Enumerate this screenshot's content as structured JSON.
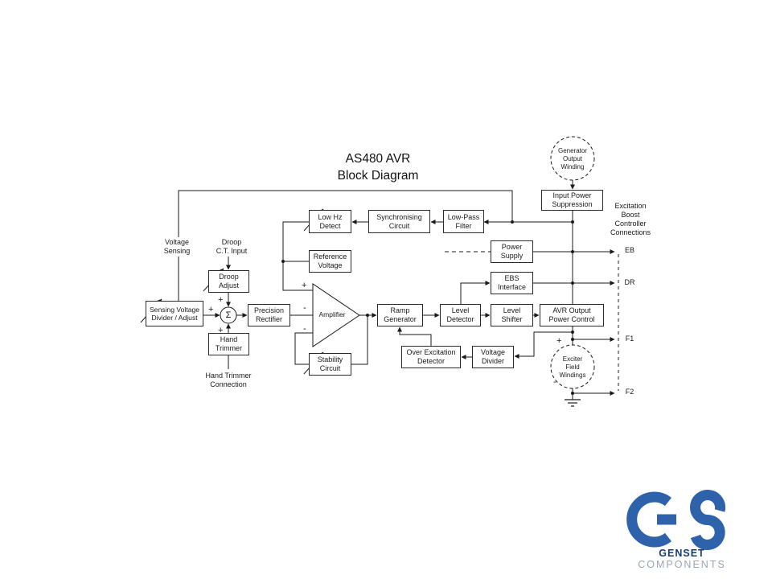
{
  "title": "AS480 AVR\nBlock Diagram",
  "blocks": {
    "input_power_suppression": "Input Power\nSuppression",
    "low_hz_detect": "Low Hz\nDetect",
    "synchronising_circuit": "Synchronising\nCircuit",
    "low_pass_filter": "Low-Pass\nFilter",
    "power_supply": "Power\nSupply",
    "reference_voltage": "Reference\nVoltage",
    "ebs_interface": "EBS\nInterface",
    "droop_adjust": "Droop\nAdjust",
    "sensing_voltage_divider": "Sensing Voltage\nDivider / Adjust",
    "precision_rectifier": "Precision\nRectifier",
    "amplifier": "Amplifier",
    "ramp_generator": "Ramp\nGenerator",
    "level_detector": "Level\nDetector",
    "level_shifter": "Level\nShifter",
    "avr_output_power_control": "AVR Output\nPower Control",
    "hand_trimmer": "Hand\nTrimmer",
    "stability_circuit": "Stability\nCircuit",
    "over_excitation_detector": "Over Excitation\nDetector",
    "voltage_divider": "Voltage\nDivider",
    "generator_output_winding": "Generator\nOutput\nWinding",
    "exciter_field_windings": "Exciter\nField\nWindings"
  },
  "labels": {
    "voltage_sensing": "Voltage\nSensing",
    "droop_ct_input": "Droop\nC.T. Input",
    "hand_trimmer_connection": "Hand Trimmer\nConnection",
    "excitation_boost": "Excitation\nBoost\nController\nConnections",
    "eb": "EB",
    "dr": "DR",
    "f1": "F1",
    "f2": "F2",
    "sum": "Σ",
    "plus": "+",
    "minus": "-"
  },
  "logo": {
    "genset": "GENSET",
    "components": "COMPONENTS"
  },
  "colors": {
    "line": "#1a1a1a",
    "logo_blue": "#2e63ac",
    "logo_dark": "#163c75",
    "logo_gray": "#98a6b8"
  }
}
